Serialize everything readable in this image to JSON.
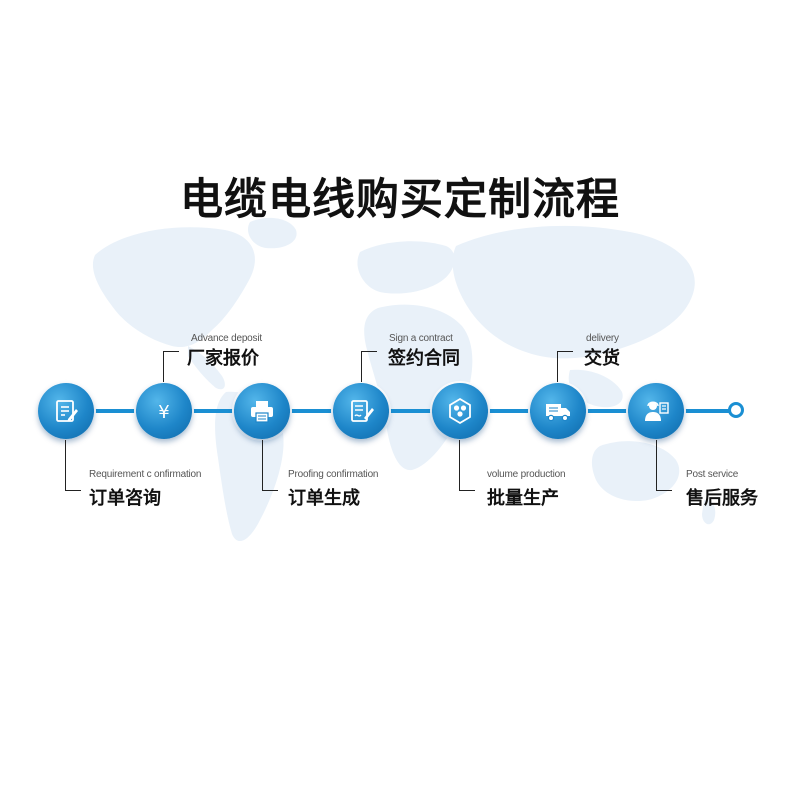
{
  "title": "电缆电线购买定制流程",
  "steps": [
    {
      "order": 1,
      "en": "Requirement  c onfirmation",
      "zh": "订单咨询",
      "icon": "document-edit-icon",
      "label_position": "below"
    },
    {
      "order": 2,
      "en": "Advance deposit",
      "zh": "厂家报价",
      "icon": "yen-icon",
      "label_position": "above"
    },
    {
      "order": 3,
      "en": "Proofing confirmation",
      "zh": "订单生成",
      "icon": "printer-icon",
      "label_position": "below"
    },
    {
      "order": 4,
      "en": "Sign a contract",
      "zh": "签约合同",
      "icon": "contract-sign-icon",
      "label_position": "above"
    },
    {
      "order": 5,
      "en": "volume production",
      "zh": "批量生产",
      "icon": "production-circles-icon",
      "label_position": "below"
    },
    {
      "order": 6,
      "en": "delivery",
      "zh": "交货",
      "icon": "delivery-truck-icon",
      "label_position": "above"
    },
    {
      "order": 7,
      "en": "Post service",
      "zh": "售后服务",
      "icon": "customer-service-icon",
      "label_position": "below"
    }
  ],
  "colors": {
    "accent": "#1a8fd3",
    "node_dark": "#0e68a8",
    "node_light": "#53b6ea",
    "map": "#e9f1f9",
    "text": "#111111"
  }
}
